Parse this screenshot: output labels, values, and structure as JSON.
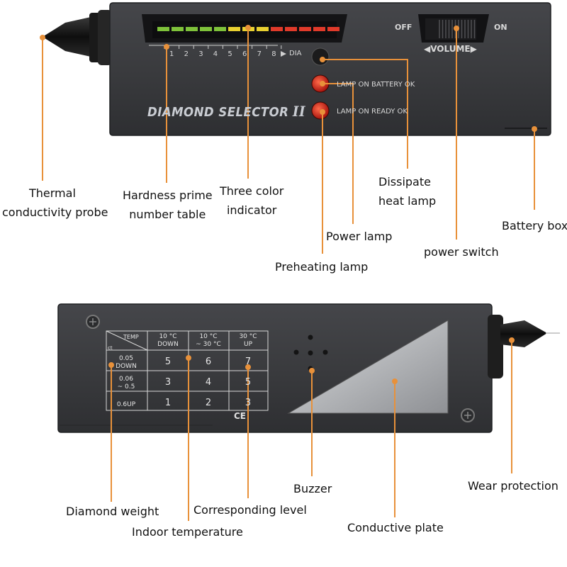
{
  "top_device": {
    "brand": "DIAMOND SELECTOR",
    "brand_numeral": "II",
    "scale_numbers": [
      "1",
      "2",
      "3",
      "4",
      "5",
      "6",
      "7",
      "8"
    ],
    "scale_end_label": "DIA",
    "led_segments": [
      "#7ec23a",
      "#7ec23a",
      "#7ec23a",
      "#7ec23a",
      "#7ec23a",
      "#e8d030",
      "#e8d030",
      "#e8d030",
      "#e03a2a",
      "#e03a2a",
      "#e03a2a",
      "#e03a2a",
      "#e03a2a"
    ],
    "lamp_labels": [
      "LAMP ON BATTERY OK",
      "LAMP ON READY OK"
    ],
    "switch_off": "OFF",
    "switch_on": "ON",
    "switch_caption": "VOLUME",
    "colors": {
      "body": "#3a3b3e",
      "lamp_red": "#d4221a",
      "leader": "#e8913a"
    }
  },
  "top_callouts": {
    "thermal_probe": [
      "Thermal",
      "conductivity probe"
    ],
    "hardness_table": [
      "Hardness prime",
      "number table"
    ],
    "three_color": [
      "Three color",
      "indicator"
    ],
    "dissipate_lamp": [
      "Dissipate",
      "heat lamp"
    ],
    "power_lamp": "Power lamp",
    "preheating_lamp": "Preheating lamp",
    "power_switch": "power switch",
    "battery_box": "Battery box"
  },
  "bottom_device": {
    "table": {
      "corner_top": "TEMP",
      "corner_bottom": "ct",
      "columns": [
        [
          "10 °C",
          "DOWN"
        ],
        [
          "10 °C",
          "~ 30 °C"
        ],
        [
          "30 °C",
          "UP"
        ]
      ],
      "rows": [
        {
          "label": [
            "0.05",
            "DOWN"
          ],
          "values": [
            "5",
            "6",
            "7"
          ]
        },
        {
          "label": [
            "0.06",
            "~ 0.5"
          ],
          "values": [
            "3",
            "4",
            "5"
          ]
        },
        {
          "label": [
            "0.6UP"
          ],
          "values": [
            "1",
            "2",
            "3"
          ]
        }
      ]
    },
    "ce_mark": "CE"
  },
  "bottom_callouts": {
    "buzzer": "Buzzer",
    "wear_protection": "Wear protection",
    "diamond_weight": "Diamond weight",
    "corresponding_level": "Corresponding level",
    "indoor_temperature": "Indoor temperature",
    "conductive_plate": "Conductive plate"
  }
}
